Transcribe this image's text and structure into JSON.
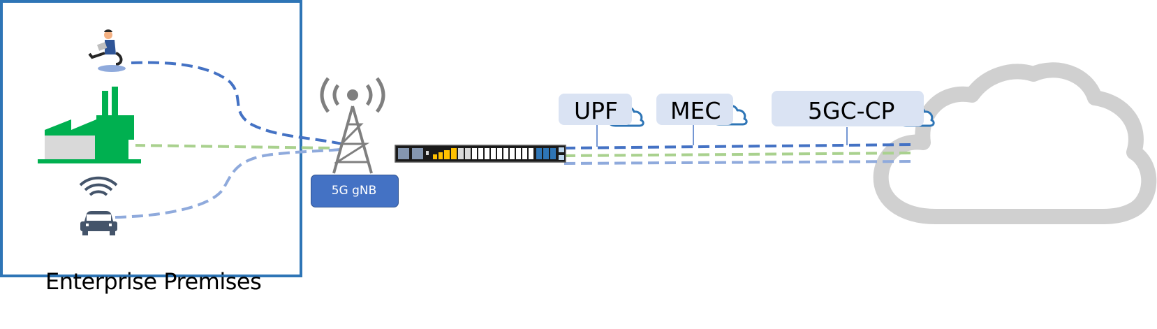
{
  "premises": {
    "caption": "Enterprise Premises"
  },
  "gnb": {
    "label": "5G gNB"
  },
  "functions": {
    "upf": {
      "label": "UPF"
    },
    "mec": {
      "label": "MEC"
    },
    "cp": {
      "label": "5GC-CP"
    }
  },
  "colors": {
    "premises_border": "#2e75b6",
    "flow_dark_blue": "#4472c4",
    "flow_green": "#a9d18e",
    "flow_light_blue": "#8faadc",
    "factory_green": "#00b050",
    "factory_gray": "#d9d9d9",
    "tower_gray": "#7f7f7f",
    "cloud_gray": "#d0d0d0",
    "cloud_blue": "#2e75b6",
    "function_box": "#dae3f3",
    "switch_yellow": "#ffc000"
  },
  "icons": [
    "person-with-laptop-icon",
    "factory-icon",
    "connected-car-icon",
    "radio-tower-icon",
    "network-switch-icon",
    "cloud-icon"
  ]
}
